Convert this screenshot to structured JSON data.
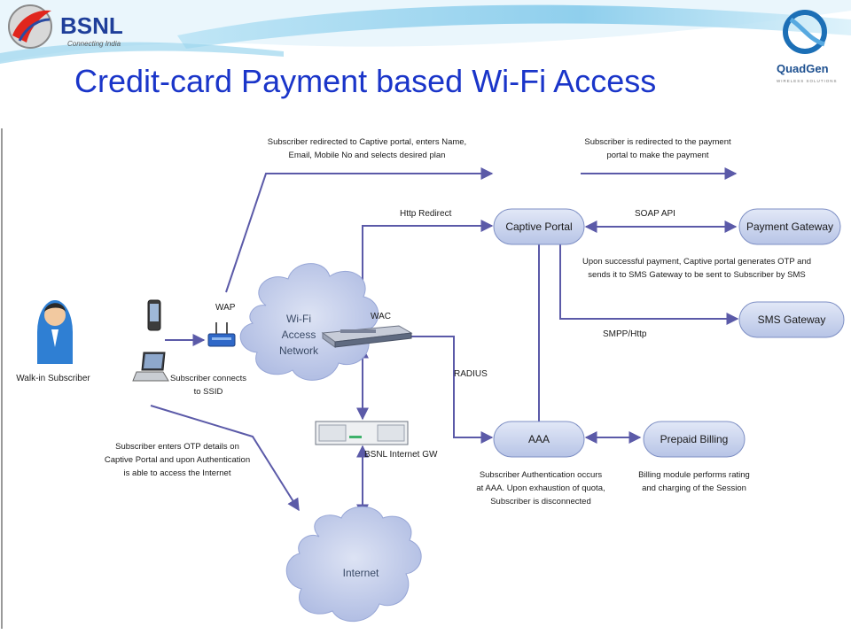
{
  "header": {
    "title": "Credit-card Payment based Wi-Fi  Access",
    "logo_left": "BSNL",
    "logo_left_tagline": "Connecting India",
    "logo_right": "QuadGen",
    "logo_right_tagline": "WIRELESS SOLUTIONS"
  },
  "nodes": {
    "captive_portal": "Captive Portal",
    "payment_gateway": "Payment Gateway",
    "sms_gateway": "SMS Gateway",
    "aaa": "AAA",
    "prepaid_billing": "Prepaid Billing",
    "wifi_network": [
      "Wi-Fi",
      "Access",
      "Network"
    ],
    "internet": "Internet",
    "wap": "WAP",
    "wac": "WAC",
    "internet_gw": "BSNL Internet GW",
    "subscriber": "Walk-in Subscriber"
  },
  "edges": {
    "http_redirect": "Http Redirect",
    "soap_api": "SOAP API",
    "smpp": "SMPP/Http",
    "radius": "RADIUS"
  },
  "notes": {
    "redirect": [
      "Subscriber redirected to Captive portal, enters Name,",
      "Email, Mobile No and selects desired plan"
    ],
    "payment_redirect": [
      "Subscriber is redirected to the payment",
      "portal to make the payment"
    ],
    "otp": [
      "Upon successful payment, Captive portal generates OTP and",
      "sends it to SMS Gateway to be sent to Subscriber by SMS"
    ],
    "ssid": [
      "Subscriber connects",
      "to SSID"
    ],
    "otp_entry": [
      "Subscriber enters OTP details on",
      "Captive Portal and upon Authentication",
      "is able to access the Internet"
    ],
    "aaa_auth": [
      "Subscriber Authentication occurs",
      "at AAA. Upon exhaustion of quota,",
      "Subscriber is disconnected"
    ],
    "billing": [
      "Billing module performs rating",
      "and charging of the Session"
    ]
  },
  "colors": {
    "title": "#1a35c9",
    "arrow": "#5b5aa8",
    "node_fill": "#c9d3ee",
    "node_stroke": "#7e8fc4",
    "cloud_fill": "#c5cdea"
  }
}
